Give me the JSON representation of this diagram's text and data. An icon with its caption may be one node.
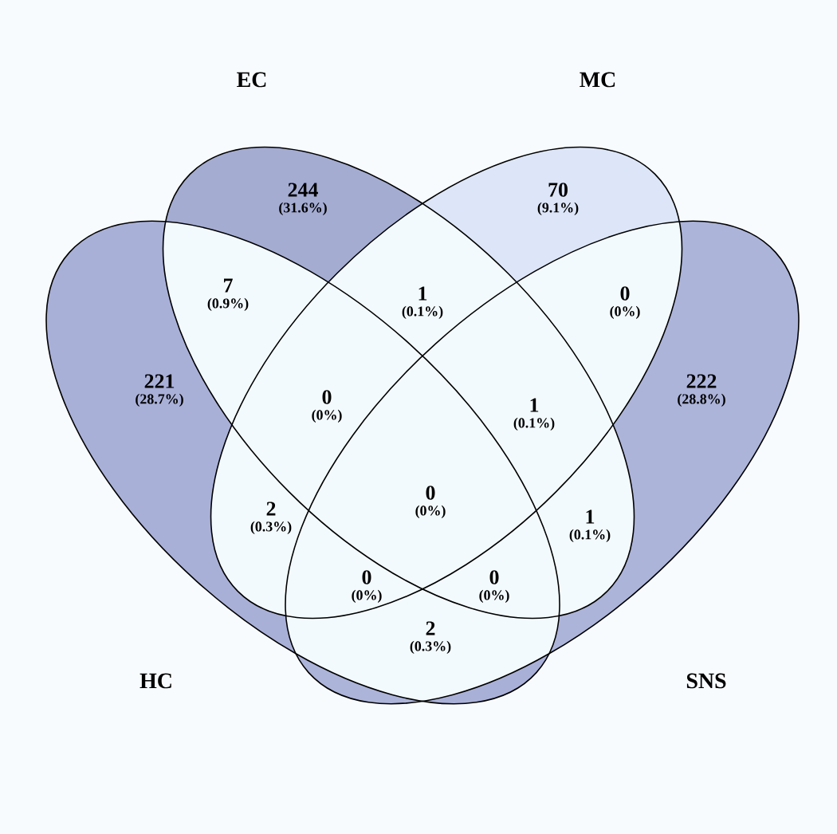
{
  "diagram": {
    "nodes": [
      {
        "text": [
          "HC"
        ]
      },
      {
        "text": [
          "EC"
        ]
      },
      {
        "text": [
          "MC"
        ]
      },
      {
        "text": [
          "SNS"
        ]
      }
    ],
    "labels": [
      "244",
      "(31.6%)",
      "70",
      "(9.1%)",
      "7",
      "(0.9%)",
      "1",
      "(0.1%)",
      "0",
      "(0%)",
      "221",
      "(28.7%)",
      "0",
      "(0%)",
      "1",
      "(0.1%)",
      "222",
      "(28.8%)",
      "2",
      "(0.3%)",
      "0",
      "(0%)",
      "1",
      "(0.1%)",
      "0",
      "(0%)",
      "0",
      "(0%)",
      "2",
      "(0.3%)"
    ]
  }
}
